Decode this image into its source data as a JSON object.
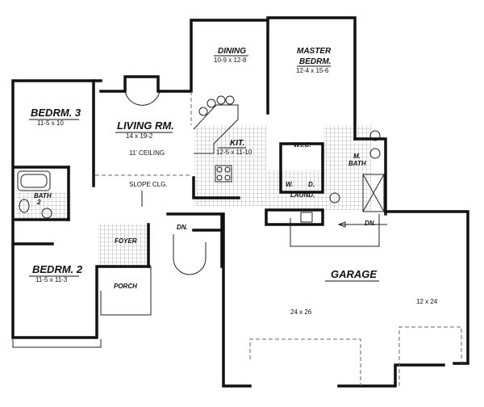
{
  "rooms": {
    "bedroom3": {
      "name": "BEDRM. 3",
      "size": "11-5 x 10"
    },
    "living": {
      "name": "LIVING RM.",
      "size": "14 x 19-2",
      "note": "11' CEILING",
      "slope": "SLOPE CLG."
    },
    "dining": {
      "name": "DINING",
      "size": "10-9 x 12-8"
    },
    "master": {
      "name1": "MASTER",
      "name2": "BEDRM.",
      "size": "12-4 x 15-6"
    },
    "kitchen": {
      "name": "KIT.",
      "size": "12-5 x 11-10"
    },
    "wic": {
      "name": "W.I.C."
    },
    "laundry": {
      "name": "LAUND.",
      "washer": "W.",
      "dryer": "D."
    },
    "master_bath": {
      "name1": "M.",
      "name2": "BATH"
    },
    "bath2": {
      "name1": "BATH",
      "name2": "2"
    },
    "foyer": {
      "name": "FOYER"
    },
    "stairs": {
      "label": "DN."
    },
    "garage_steps": {
      "label": "DN."
    },
    "bedroom2": {
      "name": "BEDRM. 2",
      "size": "11-5 x 11-3"
    },
    "porch": {
      "name": "PORCH"
    },
    "garage": {
      "name": "GARAGE",
      "size_main": "24 x 26",
      "size_side": "12 x 24"
    }
  }
}
